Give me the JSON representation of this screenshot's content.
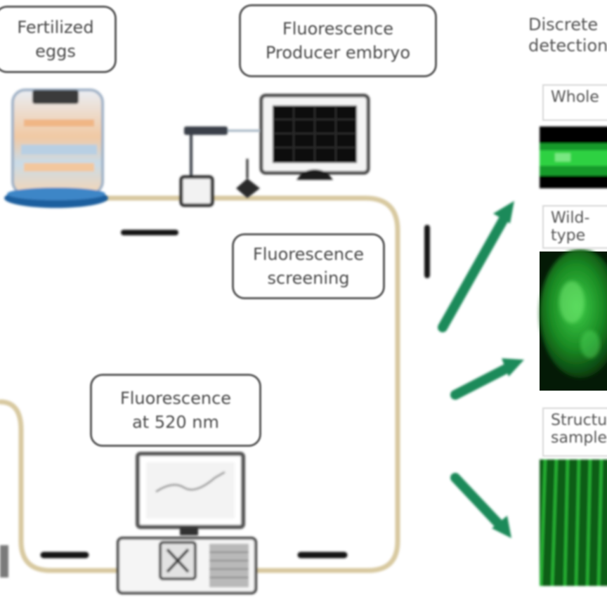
{
  "diagram": {
    "labels": {
      "top_left": "Fertilized\neggs",
      "top_center": "Fluorescence\nProducer embryo",
      "middle": "Fluorescence\nscreening",
      "bottom_center": "Fluorescence\nat 520 nm"
    },
    "results_header": "Discrete\ndetection",
    "panels": [
      {
        "title": "Whole"
      },
      {
        "title": "Wild-type"
      },
      {
        "title": "Structure\nsamples"
      }
    ],
    "colors": {
      "cycle_track": "#d8c9a0",
      "arrow_green": "#1f8a5a",
      "fluor_green": "#1fbf35",
      "dark": "#111111",
      "box_border": "#5a5a5a"
    }
  }
}
